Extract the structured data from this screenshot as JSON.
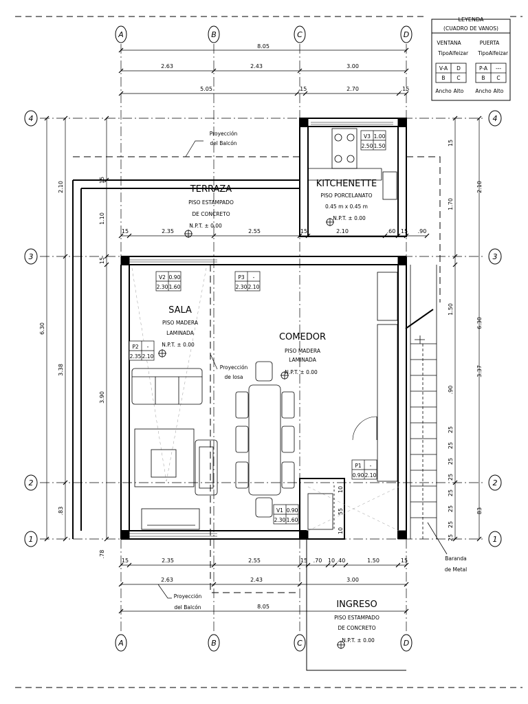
{
  "legend": {
    "title": "LEYENDA",
    "subtitle": "(CUADRO DE VANOS)",
    "ventana_label": "VENTANA",
    "puerta_label": "PUERTA",
    "ventana_tipo": "Tipo",
    "ventana_alfeizar": "Alfeizar",
    "puerta_tipo": "Tipo",
    "puerta_alfeizar": "Alfeizar",
    "v_a": "V-A",
    "v_d": "D",
    "v_b": "B",
    "v_c": "C",
    "p_a": "P-A",
    "p_dash": "---",
    "p_b": "B",
    "p_c": "C",
    "ventana_ancho": "Ancho",
    "ventana_alto": "Alto",
    "puerta_ancho": "Ancho",
    "puerta_alto": "Alto"
  },
  "axes": {
    "col_a": "A",
    "col_b": "B",
    "col_c": "C",
    "col_d": "D",
    "row_1": "1",
    "row_2": "2",
    "row_3": "3",
    "row_4": "4"
  },
  "top_dims": {
    "total": "8.05",
    "ab": "2.63",
    "bc": "2.43",
    "cd": "3.00",
    "left": "5.05",
    "w15a": ".15",
    "mid": "2.70",
    "w15b": ".15"
  },
  "row_dims": {
    "d15a": "15",
    "d235": "2.35",
    "d255": "2.55",
    "d15b": "15",
    "d210": "2.10",
    "d60": ".60",
    "d15c": "15",
    "d90": ".90"
  },
  "bottom_dims": {
    "d15a": "15",
    "d235": "2.35",
    "d255": "2.55",
    "d15b": "15",
    "d70": ".70",
    "d10a": "10",
    "d40": ".40",
    "d150": "1.50",
    "d15c": "15",
    "ab": "2.63",
    "bc": "2.43",
    "cd": "3.00",
    "total": "8.05"
  },
  "left_dims": {
    "outer": "6.30",
    "d210": "2.10",
    "d110": "1.10",
    "d15": "15",
    "d338": "3.38",
    "d390": "3.90",
    "d83": ".83",
    "d78": ".78"
  },
  "right_dims": {
    "outer": "6.30",
    "d210": "2.10",
    "d170": "1.70",
    "d15": "15",
    "d337": "3.37",
    "d150": "1.50",
    "d90": ".90",
    "d83": "83",
    "d25a": "25",
    "d25b": "25",
    "d25c": "25",
    "d25d": "25",
    "d25e": "25",
    "d25f": "25",
    "d25g": "25",
    "d25h": "25"
  },
  "rooms": {
    "terraza": {
      "name": "TERRAZA",
      "floor1": "PISO ESTAMPADO",
      "floor2": "DE CONCRETO",
      "npt": "N.P.T. ± 0.00"
    },
    "kitchenette": {
      "name": "KITCHENETTE",
      "floor1": "PISO PORCELANATO",
      "floor2": "0.45 m x 0.45 m",
      "npt": "N.P.T. ± 0.00"
    },
    "sala": {
      "name": "SALA",
      "floor1": "PISO MADERA",
      "floor2": "LAMINADA",
      "npt": "N.P.T. ± 0.00"
    },
    "comedor": {
      "name": "COMEDOR",
      "floor1": "PISO MADERA",
      "floor2": "LAMINADA",
      "npt": "N.P.T. ± 0.00"
    },
    "ingreso": {
      "name": "INGRESO",
      "floor1": "PISO ESTAMPADO",
      "floor2": "DE CONCRETO",
      "npt": "N.P.T. ± 0.00"
    }
  },
  "notes": {
    "balcon_top1": "Proyección",
    "balcon_top2": "del Balcón",
    "losa1": "Proyección",
    "losa2": "de losa",
    "balcon_bot1": "Proyección",
    "balcon_bot2": "del Balcón",
    "baranda1": "Baranda",
    "baranda2": "de Metal"
  },
  "tags": {
    "v3": {
      "id": "V3",
      "alf": "1.00",
      "w": "2.50",
      "h": "1.50"
    },
    "v2": {
      "id": "V2",
      "alf": "0.90",
      "w": "2.30",
      "h": "1.60"
    },
    "p3": {
      "id": "P3",
      "alf": "-",
      "w": "2.30",
      "h": "2.10"
    },
    "p2": {
      "id": "P2",
      "alf": "-",
      "w": "2.35",
      "h": "2.10"
    },
    "p1": {
      "id": "P1",
      "alf": "-",
      "w": "0.90",
      "h": "2.10"
    },
    "v1": {
      "id": "V1",
      "alf": "0.90",
      "w": "2.30",
      "h": "1.60"
    }
  },
  "wc_dims": {
    "d10a": "10",
    "d55": "55",
    "d10b": "10"
  }
}
